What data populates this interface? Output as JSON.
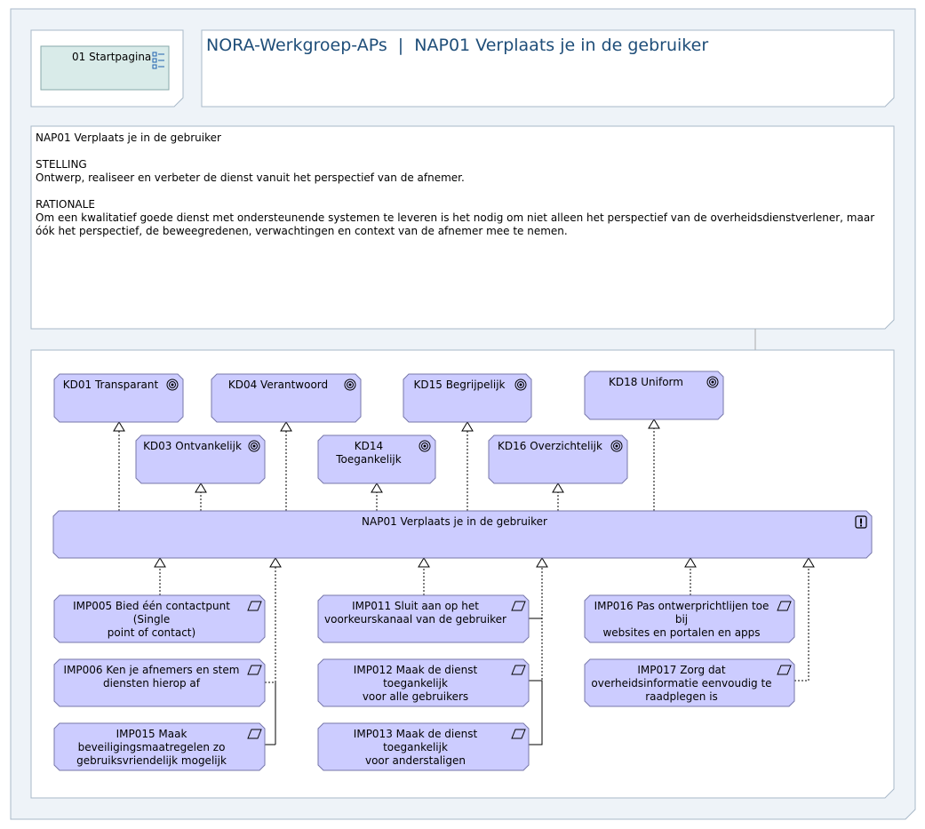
{
  "view": {
    "title": "NORA-Werkgroep-APs  |  NAP01 Verplaats je in de gebruiker",
    "start_button": "01 Startpagina"
  },
  "document": {
    "heading": "NAP01 Verplaats je in de gebruiker",
    "stelling_label": "STELLING",
    "stelling_text": "Ontwerp, realiseer en verbeter de dienst vanuit het perspectief van de afnemer.",
    "rationale_label": "RATIONALE",
    "rationale_text": "Om een kwalitatief goede dienst met ondersteunende systemen te leveren is het nodig om niet alleen het perspectief van de overheidsdienstverlener, maar óók het perspectief, de beweegredenen, verwachtingen en context van de afnemer mee te nemen."
  },
  "diagram": {
    "goals": [
      {
        "id": "kd01",
        "label": "KD01 Transparant"
      },
      {
        "id": "kd04",
        "label": "KD04 Verantwoord"
      },
      {
        "id": "kd15",
        "label": "KD15 Begrijpelijk"
      },
      {
        "id": "kd18",
        "label": "KD18 Uniform"
      },
      {
        "id": "kd03",
        "label": "KD03 Ontvankelijk"
      },
      {
        "id": "kd14",
        "label": "KD14\nToegankelijk"
      },
      {
        "id": "kd16",
        "label": "KD16 Overzichtelijk"
      }
    ],
    "principle": {
      "id": "nap01",
      "label": "NAP01 Verplaats je in de gebruiker"
    },
    "work_packages": [
      {
        "id": "imp005",
        "label": "IMP005 Bied één contactpunt (Single\npoint of contact)"
      },
      {
        "id": "imp006",
        "label": "IMP006 Ken je afnemers en stem\ndiensten hierop af"
      },
      {
        "id": "imp015",
        "label": "IMP015 Maak\nbeveiligingsmaatregelen zo\ngebruiksvriendelijk mogelijk"
      },
      {
        "id": "imp011",
        "label": "IMP011 Sluit aan op het\nvoorkeurskanaal van de gebruiker"
      },
      {
        "id": "imp012",
        "label": "IMP012 Maak de dienst toegankelijk\nvoor alle gebruikers"
      },
      {
        "id": "imp013",
        "label": "IMP013 Maak de dienst toegankelijk\nvoor anderstaligen"
      },
      {
        "id": "imp016",
        "label": "IMP016 Pas ontwerprichtlijen toe bij\nwebsites en portalen en apps"
      },
      {
        "id": "imp017",
        "label": "IMP017 Zorg dat\noverheidsinformatie eenvoudig te\nraadplegen is"
      }
    ]
  },
  "colors": {
    "element_fill": "#ccccff",
    "element_stroke": "#7777aa",
    "frame_fill": "#eef3f8",
    "frame_stroke": "#a8b8c8",
    "start_fill": "#d9ebe9",
    "title_color": "#1f4e79",
    "icon_blue": "#2060b0"
  }
}
